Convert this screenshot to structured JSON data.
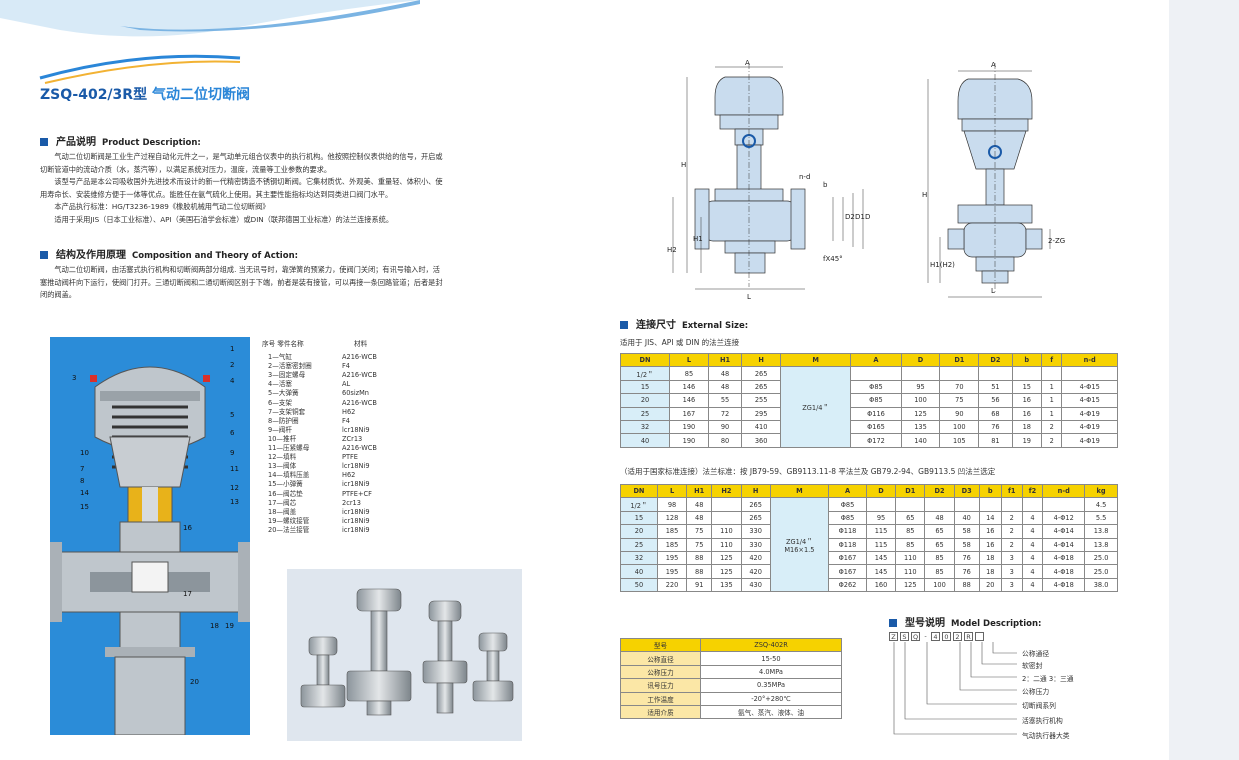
{
  "title": {
    "model": "ZSQ-402/3R型",
    "name": "气动二位切断阀"
  },
  "product_desc": {
    "heading_cn": "产品说明",
    "heading_en": "Product Description:",
    "paragraphs": [
      "气动二位切断阀是工业生产过程自动化元件之一，是气动单元组合仪表中的执行机构。他按照控制仪表供给的信号，开启或",
      "切断管道中的流动介质（水，蒸汽等），以满足系统对压力，温度，流量等工业参数的要求。",
      "该型号产品是本公司吸收国外先进技术而设计的新一代精密铸造不锈钢切断阀。它集材质优、外观美、重量轻、体积小、使",
      "用寿命长、安装维修方便于一体等优点。能胜任在氨气硫化上使用。其主要性能指标均达到同类进口阀门水平。",
      "本产品执行标准：HG/T3236-1989《橡胶机械用气动二位切断阀》",
      "适用于采用JIS（日本工业标准）、API（美国石油学会标准）或DIN（联邦德国工业标准）的法兰连接系统。"
    ]
  },
  "composition": {
    "heading_cn": "结构及作用原理",
    "heading_en": "Composition and Theory of Action:",
    "paragraphs": [
      "气动二位切断阀，由活塞式执行机构和切断阀两部分组成. 当无讯号时，靠弹簧的预紧力，使阀门关闭；有讯号输入时，活",
      "塞推动阀杆向下运行，使阀门打开。三通切断阀和二通切断阀区别于下端，前者是装有接管，可以再接一条回路管道；后者是封",
      "闭的阀盖。"
    ]
  },
  "parts": {
    "header": {
      "col1": "序号   零件名称",
      "col2": "材料"
    },
    "rows": [
      [
        "1—气缸",
        "A216-WCB"
      ],
      [
        "2—活塞密封圈",
        "F4"
      ],
      [
        "3—固定螺母",
        "A216-WCB"
      ],
      [
        "4—活塞",
        "AL"
      ],
      [
        "5—大弹簧",
        "60sizMn"
      ],
      [
        "6—支架",
        "A216-WCB"
      ],
      [
        "7—支架铜套",
        "H62"
      ],
      [
        "8—防护圈",
        "F4"
      ],
      [
        "9—阀杆",
        "lcr18Ni9"
      ],
      [
        "10—推杆",
        "ZCr13"
      ],
      [
        "11—压紧螺母",
        "A216-WCB"
      ],
      [
        "12—填料",
        "PTFE"
      ],
      [
        "13—阀体",
        "lcr18Ni9"
      ],
      [
        "14—填料压盖",
        "H62"
      ],
      [
        "15—小弹簧",
        "icr18Ni9"
      ],
      [
        "16—阀芯垫",
        "PTFE+CF"
      ],
      [
        "17—阀芯",
        "2cr13"
      ],
      [
        "18—阀盖",
        "icr18Ni9"
      ],
      [
        "19—螺纹接管",
        "icr18Ni9"
      ],
      [
        "20—法兰接管",
        "icr18Ni9"
      ]
    ],
    "callouts": [
      "1",
      "2",
      "3",
      "4",
      "5",
      "6",
      "7",
      "8",
      "9",
      "10",
      "11",
      "12",
      "13",
      "14",
      "15",
      "16",
      "17",
      "18",
      "19",
      "20"
    ]
  },
  "external_size": {
    "heading_cn": "连接尺寸",
    "heading_en": "External Size:",
    "caption1": "适用于 JIS、API 或 DIN 的法兰连接",
    "table1": {
      "headers": [
        "DN",
        "L",
        "H1",
        "H",
        "M",
        "A",
        "D",
        "D1",
        "D2",
        "b",
        "f",
        "n-d"
      ],
      "rows": [
        [
          "1/2＂",
          "85",
          "48",
          "265",
          "",
          "",
          "",
          "",
          "",
          "",
          "",
          ""
        ],
        [
          "15",
          "146",
          "48",
          "265",
          "",
          "Φ85",
          "95",
          "70",
          "51",
          "15",
          "1",
          "4-Φ15"
        ],
        [
          "20",
          "146",
          "55",
          "255",
          "ZG1/4＂",
          "Φ85",
          "100",
          "75",
          "56",
          "16",
          "1",
          "4-Φ15"
        ],
        [
          "25",
          "167",
          "72",
          "295",
          "",
          "Φ116",
          "125",
          "90",
          "68",
          "16",
          "1",
          "4-Φ19"
        ],
        [
          "32",
          "190",
          "90",
          "410",
          "",
          "Φ165",
          "135",
          "100",
          "76",
          "18",
          "2",
          "4-Φ19"
        ],
        [
          "40",
          "190",
          "80",
          "360",
          "",
          "Φ172",
          "140",
          "105",
          "81",
          "19",
          "2",
          "4-Φ19"
        ]
      ]
    },
    "caption2": "（适用于国家标准连接）法兰标准：按 JB79-59、GB9113.11-8 平法兰及 GB79.2-94、GB9113.5 凹法兰选定",
    "table2": {
      "headers": [
        "DN",
        "L",
        "H1",
        "H2",
        "H",
        "M",
        "A",
        "D",
        "D1",
        "D2",
        "D3",
        "b",
        "f1",
        "f2",
        "n-d",
        "kg"
      ],
      "m_text": [
        "ZG1/4＂",
        "M16×1.5"
      ],
      "rows": [
        [
          "1/2＂",
          "98",
          "48",
          "",
          "265",
          "",
          "Φ85",
          "",
          "",
          "",
          "",
          "",
          "",
          "",
          "",
          "4.5"
        ],
        [
          "15",
          "128",
          "48",
          "",
          "265",
          "",
          "Φ85",
          "95",
          "65",
          "48",
          "40",
          "14",
          "2",
          "4",
          "4-Φ12",
          "5.5"
        ],
        [
          "20",
          "185",
          "75",
          "110",
          "330",
          "",
          "Φ118",
          "115",
          "85",
          "65",
          "58",
          "16",
          "2",
          "4",
          "4-Φ14",
          "13.8"
        ],
        [
          "25",
          "185",
          "75",
          "110",
          "330",
          "",
          "Φ118",
          "115",
          "85",
          "65",
          "58",
          "16",
          "2",
          "4",
          "4-Φ14",
          "13.8"
        ],
        [
          "32",
          "195",
          "88",
          "125",
          "420",
          "",
          "Φ167",
          "145",
          "110",
          "85",
          "76",
          "18",
          "3",
          "4",
          "4-Φ18",
          "25.0"
        ],
        [
          "40",
          "195",
          "88",
          "125",
          "420",
          "",
          "Φ167",
          "145",
          "110",
          "85",
          "76",
          "18",
          "3",
          "4",
          "4-Φ18",
          "25.0"
        ],
        [
          "50",
          "220",
          "91",
          "135",
          "430",
          "",
          "Φ262",
          "160",
          "125",
          "100",
          "88",
          "20",
          "3",
          "4",
          "4-Φ18",
          "38.0"
        ]
      ]
    }
  },
  "spec": {
    "rows": [
      [
        "型号",
        "ZSQ-402R"
      ],
      [
        "公称直径",
        "15-50"
      ],
      [
        "公称压力",
        "4.0MPa"
      ],
      [
        "讯号压力",
        "0.35MPa"
      ],
      [
        "工作温度",
        "-20°+280℃"
      ],
      [
        "适用介质",
        "氨气、蒸汽、液体、油"
      ]
    ]
  },
  "model_desc": {
    "heading_cn": "型号说明",
    "heading_en": "Model Description:",
    "code": [
      "Z",
      "S",
      "Q",
      "-",
      "4",
      "0",
      "2",
      "R",
      ""
    ],
    "labels": [
      "公称通径",
      "软密封",
      "2：二通  3：三通",
      "公称压力",
      "切断阀系列",
      "活塞执行机构",
      "气动执行器大类"
    ]
  },
  "drawing_labels": {
    "d1": [
      "A",
      "H",
      "H1",
      "H2",
      "L",
      "D",
      "D1",
      "D2",
      "b",
      "fX45°",
      "n-d"
    ],
    "d2": [
      "A",
      "H",
      "H1(H2)",
      "L",
      "2-ZG"
    ]
  }
}
